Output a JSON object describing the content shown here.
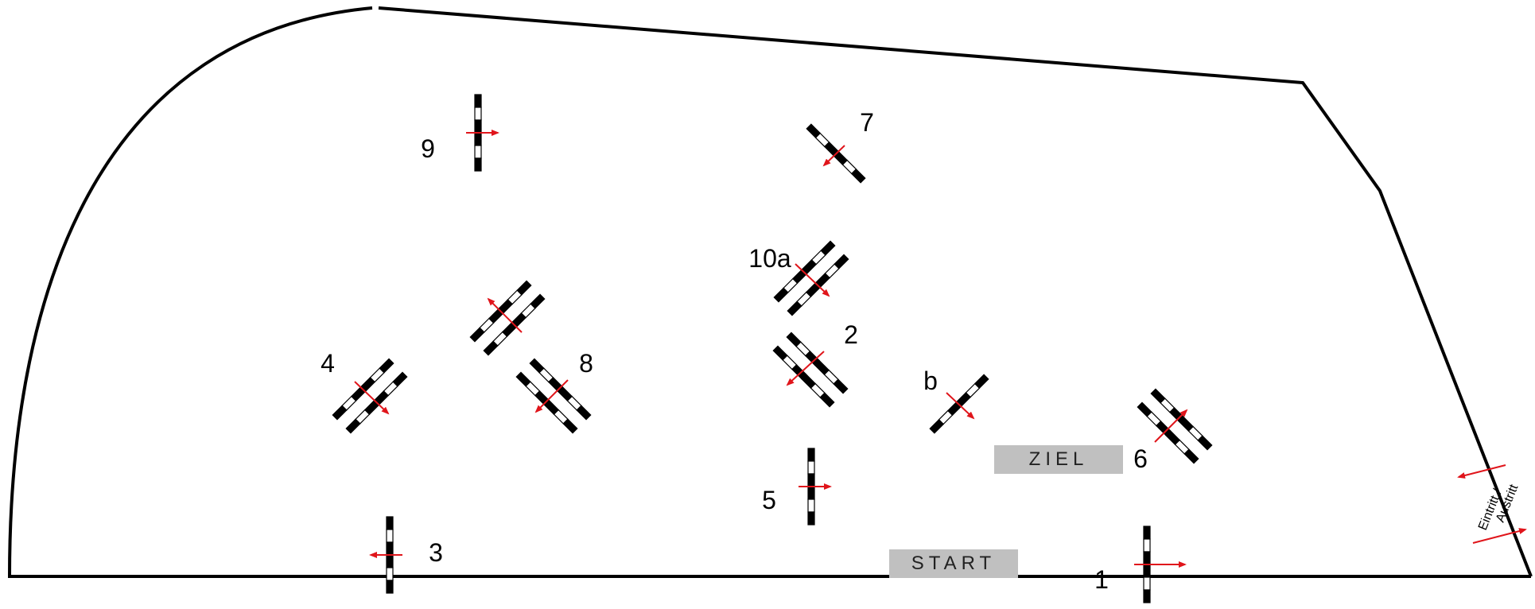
{
  "course": {
    "obstacles": [
      {
        "id": "obstacle-1",
        "label": "1",
        "kind": "single",
        "arrow": "right"
      },
      {
        "id": "obstacle-2",
        "label": "2",
        "kind": "double",
        "arrow": "down-left"
      },
      {
        "id": "obstacle-3",
        "label": "3",
        "kind": "single",
        "arrow": "left"
      },
      {
        "id": "obstacle-4",
        "label": "4",
        "kind": "double",
        "arrow": "down-right"
      },
      {
        "id": "obstacle-5",
        "label": "5",
        "kind": "single",
        "arrow": "right"
      },
      {
        "id": "obstacle-6",
        "label": "6",
        "kind": "double",
        "arrow": "up-right"
      },
      {
        "id": "obstacle-7",
        "label": "7",
        "kind": "single",
        "arrow": "down-left"
      },
      {
        "id": "obstacle-8",
        "label": "8",
        "kind": "double",
        "arrow": "down-left"
      },
      {
        "id": "obstacle-9",
        "label": "9",
        "kind": "single",
        "arrow": "right"
      },
      {
        "id": "obstacle-10a",
        "label": "10a",
        "kind": "double",
        "arrow": "down-right"
      },
      {
        "id": "obstacle-10b",
        "label": "",
        "kind": "double",
        "arrow": "up-left"
      },
      {
        "id": "obstacle-b",
        "label": "b",
        "kind": "single",
        "arrow": "down-right"
      }
    ],
    "start_label": "START",
    "finish_label": "ZIEL",
    "entrance": {
      "line1": "Eintritt /",
      "line2": "Austritt"
    }
  },
  "colors": {
    "arena_line": "#000000",
    "rail_dark": "#000000",
    "rail_light": "#ffffff",
    "direction_arrow": "#e0151b",
    "label_box": "#c0c0c0",
    "label_text": "#222222"
  }
}
